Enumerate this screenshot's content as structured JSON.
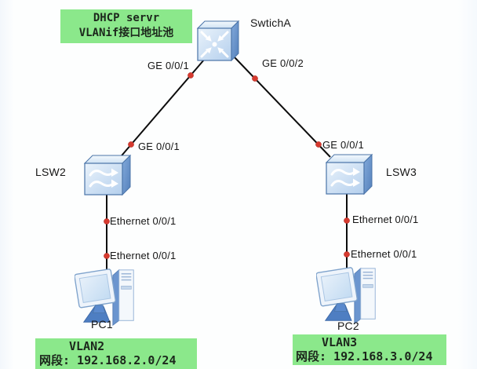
{
  "notes": {
    "dhcp_pool": {
      "line1": "DHCP servr",
      "line2": "VLANif接口地址池"
    },
    "vlan2": {
      "line1": "VLAN2",
      "line2": "网段: 192.168.2.0/24"
    },
    "vlan3": {
      "line1": "VLAN3",
      "line2": "网段: 192.168.3.0/24"
    }
  },
  "devices": {
    "switch_a": {
      "label": "SwtichA",
      "icon": "l3-switch-icon"
    },
    "lsw2": {
      "label": "LSW2",
      "icon": "l2-switch-icon"
    },
    "lsw3": {
      "label": "LSW3",
      "icon": "l2-switch-icon"
    },
    "pc1": {
      "label": "PC1",
      "icon": "pc-icon"
    },
    "pc2": {
      "label": "PC2",
      "icon": "pc-icon"
    }
  },
  "port_labels": {
    "switcha_to_lsw2": "GE 0/0/1",
    "switcha_to_lsw3": "GE 0/0/2",
    "lsw2_to_switcha": "GE 0/0/1",
    "lsw3_to_switcha": "GE 0/0/1",
    "lsw2_to_pc1": "Ethernet 0/0/1",
    "pc1_to_lsw2": "Ethernet 0/0/1",
    "lsw3_to_pc2": "Ethernet 0/0/1",
    "pc2_to_lsw3": "Ethernet 0/0/1"
  },
  "colors": {
    "note_background": "#8be88b",
    "link_line": "#0c0c0c",
    "port_dot": "#d63a2f",
    "device_face_blue": "#b9d2ee",
    "label_text": "#161616"
  }
}
